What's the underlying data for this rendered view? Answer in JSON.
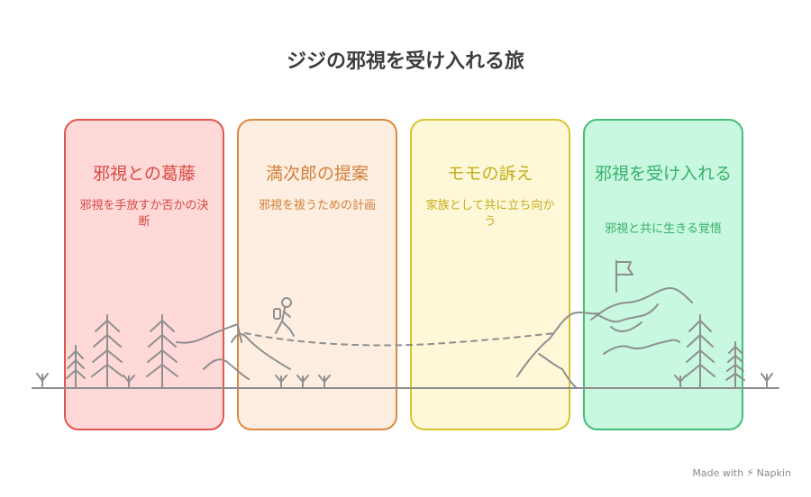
{
  "title": "ジジの邪視を受け入れる旅",
  "cards": [
    {
      "title": "邪視との葛藤",
      "desc": "邪視を手放すか否かの決断"
    },
    {
      "title": "満次郎の提案",
      "desc": "邪視を祓うための計画"
    },
    {
      "title": "モモの訴え",
      "desc": "家族として共に立ち向かう"
    },
    {
      "title": "邪視を受け入れる",
      "desc": "邪視と共に生きる覚悟"
    }
  ],
  "colors": {
    "card1": "#e0574f",
    "card2": "#dc8a3e",
    "card3": "#d7c530",
    "card4": "#45bf78",
    "ink": "#8f8f8f"
  },
  "footer": {
    "made_with": "Made with",
    "brand": "Napkin",
    "icon": "napkin-logo-icon"
  }
}
